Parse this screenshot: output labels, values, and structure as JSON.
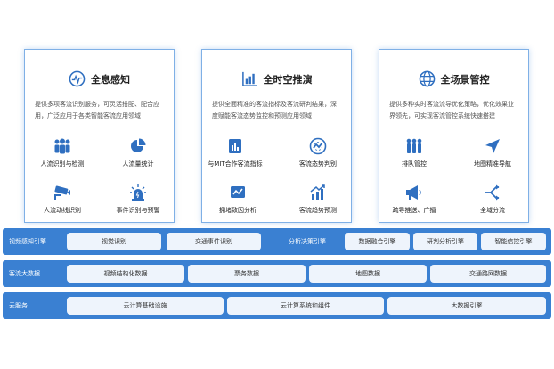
{
  "cards": [
    {
      "title": "全息感知",
      "icon": "radar-icon",
      "desc": "提供多项客流识别服务，可灵活搭配、配合应用，广泛应用于各类智能客流应用领域",
      "features": [
        {
          "label": "人流识别与检测",
          "icon": "people-icon"
        },
        {
          "label": "人流量统计",
          "icon": "pie-chart-icon"
        },
        {
          "label": "人流动线识别",
          "icon": "camera-icon"
        },
        {
          "label": "事件识别与预警",
          "icon": "alarm-icon"
        }
      ]
    },
    {
      "title": "全时空推演",
      "icon": "bar-chart-icon",
      "desc": "提供全面精准的客流指标及客流研判结果，深度赋能客流态势监控和预测应用领域",
      "features": [
        {
          "label": "与MIT合作客流指标",
          "icon": "report-icon"
        },
        {
          "label": "客流态势判别",
          "icon": "trend-circle-icon"
        },
        {
          "label": "拥堵致因分析",
          "icon": "line-monitor-icon"
        },
        {
          "label": "客流趋势预测",
          "icon": "trend-bars-icon"
        }
      ]
    },
    {
      "title": "全场景管控",
      "icon": "globe-icon",
      "desc": "提供多种实时客流流导优化策略，优化效果业界领先，可实现客流管控系统快速搭建",
      "features": [
        {
          "label": "排队管控",
          "icon": "queue-icon"
        },
        {
          "label": "地图精准导航",
          "icon": "navigation-icon"
        },
        {
          "label": "疏导推送、广播",
          "icon": "megaphone-icon"
        },
        {
          "label": "全域分流",
          "icon": "split-arrows-icon"
        }
      ]
    }
  ],
  "layers": [
    {
      "groups": [
        {
          "title": "视频感知引擎",
          "items": [
            "视觉识别",
            "交通事件识别"
          ]
        },
        {
          "title": "分析决策引擎",
          "items": [
            "数据融合引擎",
            "研判分析引擎",
            "智能信控引擎"
          ]
        }
      ]
    },
    {
      "title": "客流大数据",
      "items": [
        "视频结构化数据",
        "票务数据",
        "地图数据",
        "交通路网数据"
      ]
    },
    {
      "title": "云服务",
      "items": [
        "云计算基础设施",
        "云计算系统和组件",
        "大数据引擎"
      ]
    }
  ],
  "colors": {
    "accent": "#3a80d2",
    "pill": "#eef4fc",
    "card_border": "#7fb0e6"
  }
}
